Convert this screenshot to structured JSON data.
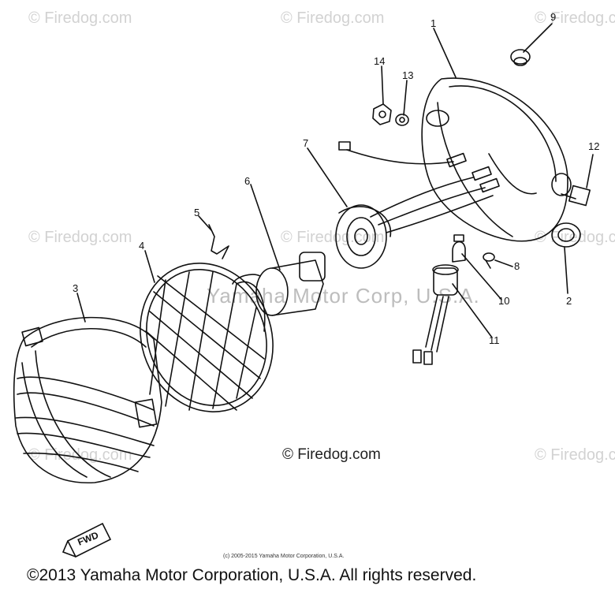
{
  "watermark": {
    "text": "© Firedog.com"
  },
  "callouts": [
    "1",
    "2",
    "3",
    "4",
    "5",
    "6",
    "7",
    "8",
    "9",
    "10",
    "11",
    "12",
    "13",
    "14"
  ],
  "center_watermark": "© Firedog.com",
  "ghost_text": "Yamaha Motor Corp, U.S.A.",
  "fwd_label": "FWD",
  "small_copyright": "(c) 2005-2015 Yamaha Motor Corporation, U.S.A.",
  "footer": "©2013 Yamaha Motor Corporation, U.S.A. All rights reserved."
}
